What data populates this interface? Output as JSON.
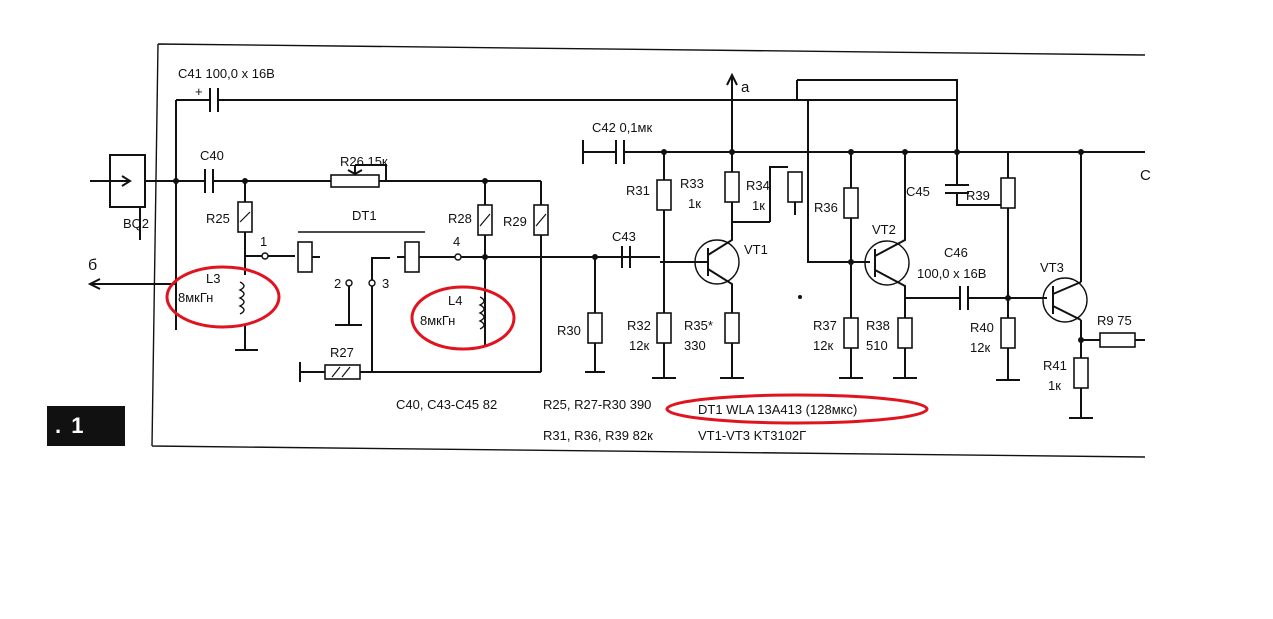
{
  "figure_tag": ". 1",
  "labels": {
    "c41": "C41 100,0 x 16B",
    "c40": "C40",
    "r26": "R26 15к",
    "dt1": "DT1",
    "r25": "R25",
    "r28": "R28",
    "r29": "R29",
    "pin1": "1",
    "pin2": "2",
    "pin3": "3",
    "pin4": "4",
    "l3_name": "L3",
    "l3_val": "8мкГн",
    "l4_name": "L4",
    "l4_val": "8мкГн",
    "r27": "R27",
    "bq2": "BQ2",
    "delta": "б",
    "out_a": "a",
    "c42": "C42 0,1мк",
    "r31": "R31",
    "r33": "R33",
    "r33_val": "1к",
    "r34": "R34",
    "r34_val": "1к",
    "c43": "C43",
    "vt1": "VT1",
    "r30": "R30",
    "r32": "R32",
    "r32_val": "12к",
    "r35": "R35*",
    "r35_val": "330",
    "r36": "R36",
    "vt2": "VT2",
    "c45": "C45",
    "r39": "R39",
    "c46": "C46",
    "c46_val": "100,0 x 16B",
    "r37": "R37",
    "r37_val": "12к",
    "r38": "R38",
    "r38_val": "510",
    "vt3": "VT3",
    "r40": "R40",
    "r40_val": "12к",
    "r9": "R9 75",
    "r41": "R41",
    "r41_val": "1к",
    "edge_c": "C"
  },
  "notes": {
    "caps": "C40, C43-C45 82",
    "res1": "R25, R27-R30 390",
    "res2": "R31, R36, R39 82к",
    "dt1_spec": "DT1 WLA 13A413 (128мкс)",
    "vt_spec": "VT1-VT3 KT3102Г"
  },
  "colors": {
    "ink": "#111111",
    "highlight": "#e0141e",
    "paper": "#ffffff"
  }
}
